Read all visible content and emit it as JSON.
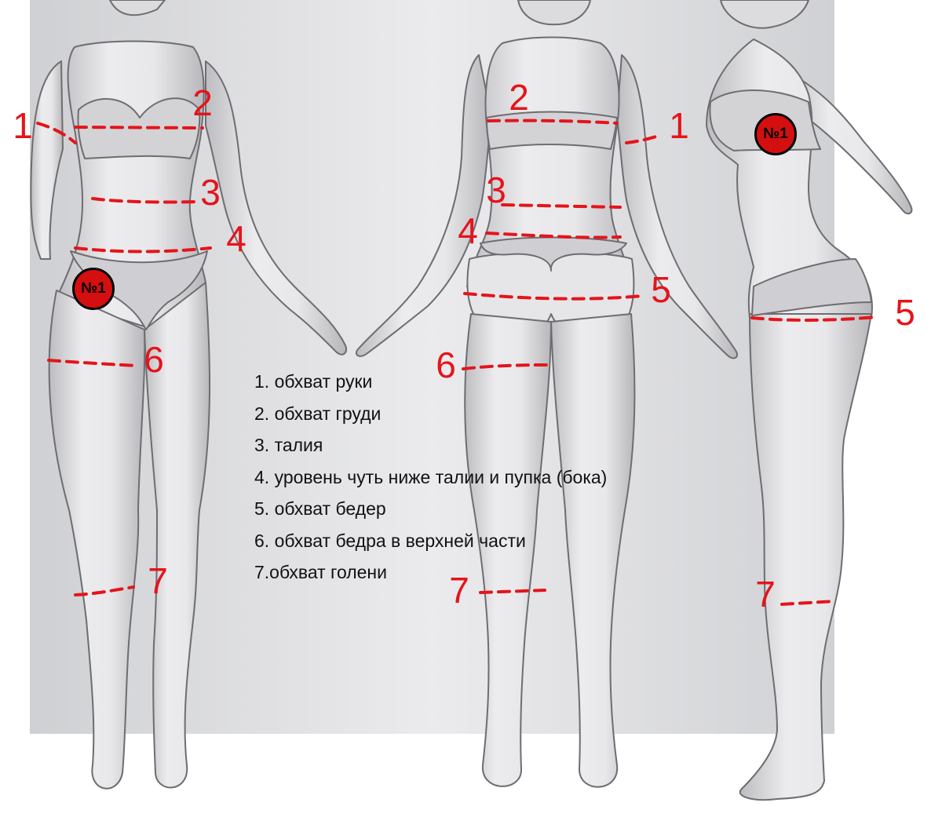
{
  "colors": {
    "marker": "#e5141b",
    "badge_fill": "#d40f10",
    "figure_fill": "#e4e4e6",
    "figure_stroke": "#6d6d72",
    "panel_bg": "#d4d5d8",
    "legend_text": "#111111"
  },
  "markers": {
    "front": [
      "1",
      "2",
      "3",
      "4",
      "6",
      "7"
    ],
    "back": [
      "2",
      "1",
      "3",
      "4",
      "5",
      "6",
      "7"
    ],
    "side": [
      "5",
      "7"
    ]
  },
  "badges": {
    "front": "№1",
    "side": "№1"
  },
  "legend": {
    "items": [
      "1. обхват руки",
      "2. обхват груди",
      "3. талия",
      "4. уровень чуть ниже талии и пупка (бока)",
      "5. обхват бедер",
      "6. обхват бедра в верхней части",
      "7.обхват голени"
    ]
  }
}
